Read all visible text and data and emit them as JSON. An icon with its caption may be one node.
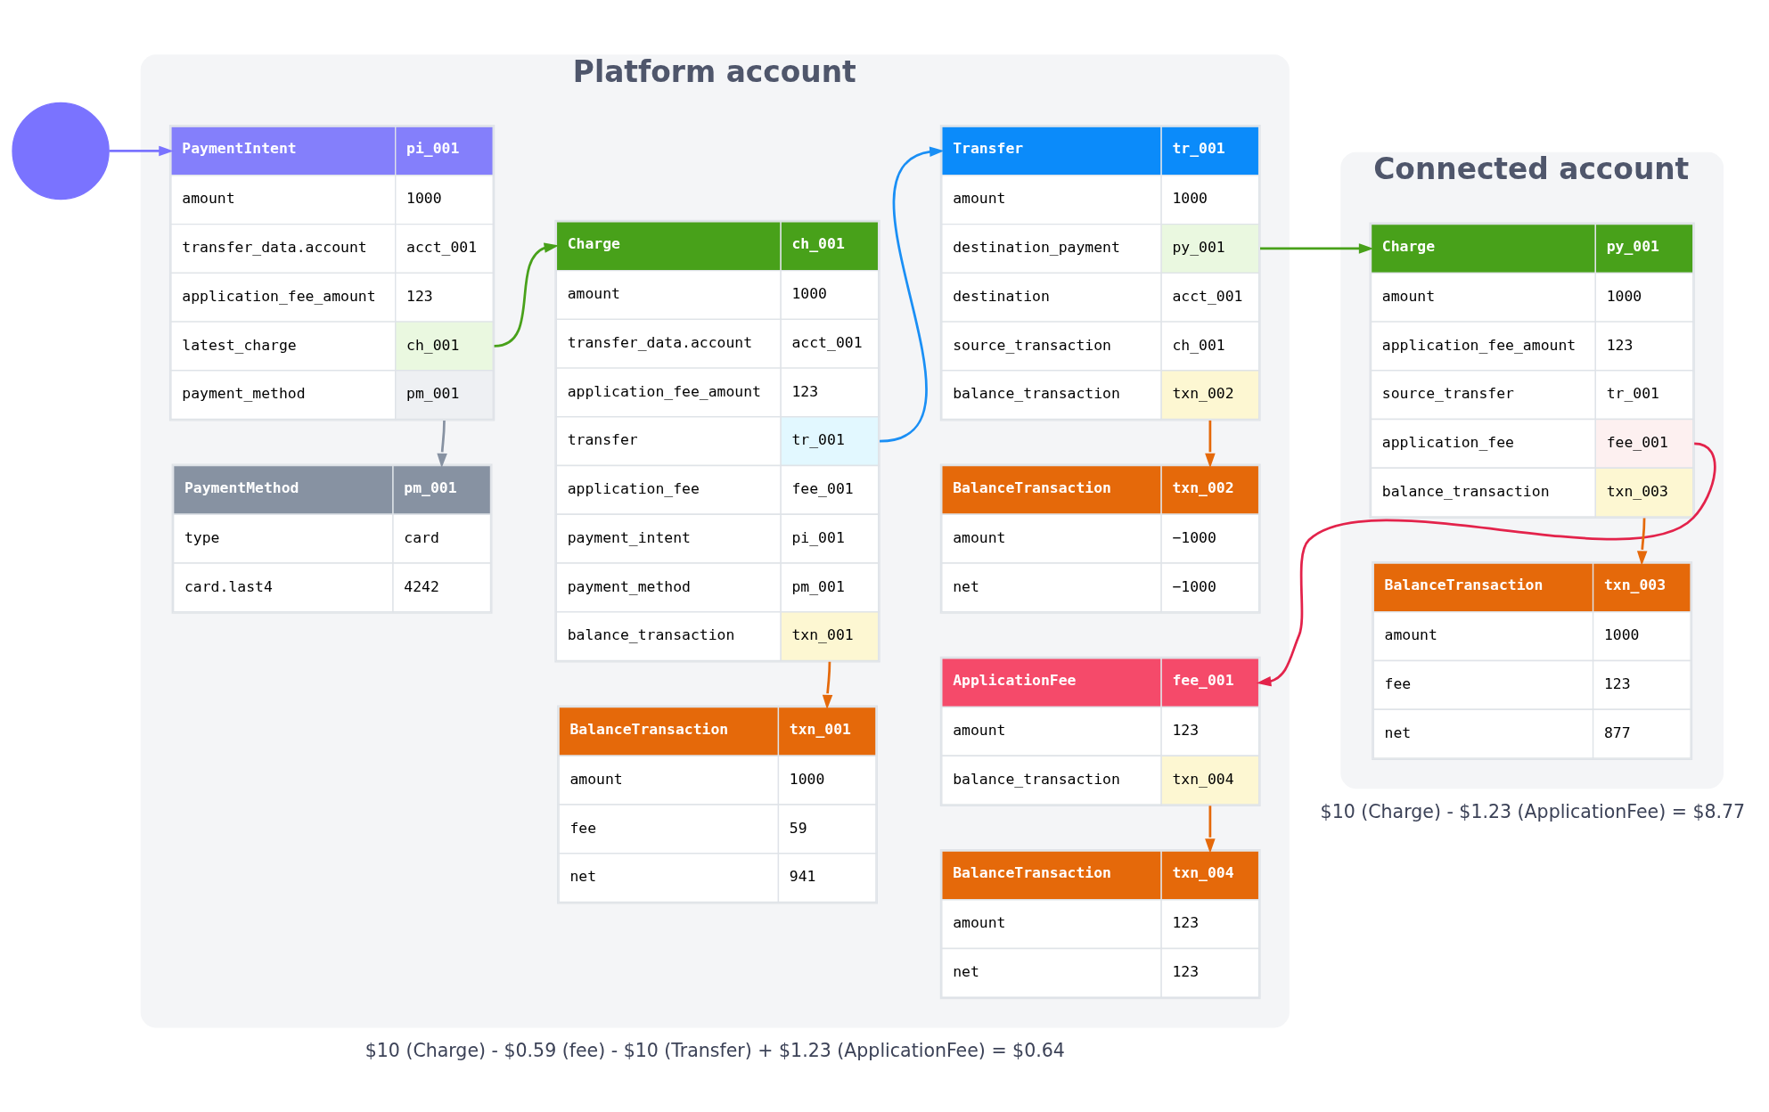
{
  "diagram": {
    "nodes": [
      {
        "text": [],
        "shape": "circle"
      },
      {
        "text": [
          "Platform account"
        ],
        "beside": [
          "$10 (Charge) - $0.59 (fee) - $10 (Transfer) + $1.23 (ApplicationFee) = $0.64"
        ]
      },
      {
        "text": [
          "PaymentIntent",
          "pi_001",
          "amount",
          "1000",
          "transfer_data.account",
          "acct_001",
          "application_fee_amount",
          "123",
          "latest_charge",
          "ch_001",
          "payment_method",
          "pm_001"
        ],
        "in": 1
      },
      {
        "text": [
          "PaymentMethod",
          "pm_001",
          "type",
          "card",
          "card.last4",
          "4242"
        ],
        "in": 1
      },
      {
        "text": [
          "Charge",
          "ch_001",
          "amount",
          "1000",
          "transfer_data.account",
          "acct_001",
          "application_fee_amount",
          "123",
          "transfer",
          "tr_001",
          "application_fee",
          "fee_001",
          "payment_intent",
          "pi_001",
          "payment_method",
          "pm_001",
          "balance_transaction",
          "txn_001"
        ],
        "in": 1
      },
      {
        "text": [
          "BalanceTransaction",
          "txn_001",
          "amount",
          "1000",
          "fee",
          "59",
          "net",
          "941"
        ],
        "in": 1
      },
      {
        "text": [
          "Transfer",
          "tr_001",
          "amount",
          "1000",
          "destination_payment",
          "py_001",
          "destination",
          "acct_001",
          "source_transaction",
          "ch_001",
          "balance_transaction",
          "txn_002"
        ],
        "in": 1
      },
      {
        "text": [
          "BalanceTransaction",
          "txn_002",
          "amount",
          "−1000",
          "net",
          "−1000"
        ],
        "in": 1
      },
      {
        "text": [
          "ApplicationFee",
          "fee_001",
          "amount",
          "123",
          "balance_transaction",
          "txn_004"
        ],
        "in": 1
      },
      {
        "text": [
          "BalanceTransaction",
          "txn_004",
          "amount",
          "123",
          "net",
          "123"
        ],
        "in": 1
      },
      {
        "text": [
          "Connected account"
        ],
        "beside": [
          "$10 (Charge) - $1.23 (ApplicationFee) = $8.77"
        ]
      },
      {
        "text": [
          "Charge",
          "py_001",
          "amount",
          "1000",
          "application_fee_amount",
          "123",
          "source_transfer",
          "tr_001",
          "application_fee",
          "fee_001",
          "balance_transaction",
          "txn_003"
        ],
        "in": 10
      },
      {
        "text": [
          "BalanceTransaction",
          "txn_003",
          "amount",
          "1000",
          "fee",
          "123",
          "net",
          "877"
        ],
        "in": 10
      }
    ],
    "edges": [
      {
        "from": 0,
        "to": 2,
        "arrow": "to",
        "color": "#7a73ff"
      },
      {
        "from": 2,
        "to": 4,
        "arrow": "to",
        "color": "#48a11a"
      },
      {
        "from": 2,
        "to": 3,
        "arrow": "to",
        "color": "#8792a2"
      },
      {
        "from": 4,
        "to": 6,
        "arrow": "to",
        "color": "#1a8ff5"
      },
      {
        "from": 4,
        "to": 5,
        "arrow": "to"
      },
      {
        "from": 6,
        "to": 11,
        "arrow": "to",
        "color": "#48a11a"
      },
      {
        "from": 6,
        "to": 7,
        "arrow": "to"
      },
      {
        "from": 11,
        "to": 12,
        "arrow": "to"
      },
      {
        "from": 11,
        "to": 8,
        "arrow": "to",
        "color": "#e3234b"
      },
      {
        "from": 8,
        "to": 9,
        "arrow": "to"
      }
    ]
  }
}
